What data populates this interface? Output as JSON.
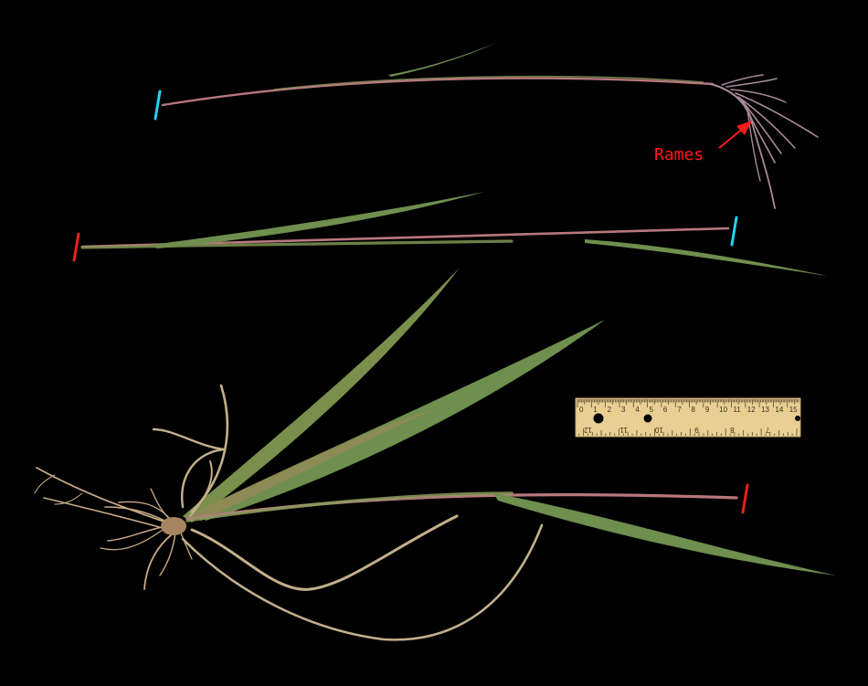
{
  "annotation": {
    "label": "Rames",
    "color": "#ff1a1a"
  },
  "ruler": {
    "top_numbers": [
      "0",
      "1",
      "2",
      "3",
      "4",
      "5",
      "6",
      "7",
      "8",
      "9",
      "10",
      "11",
      "12",
      "13",
      "14",
      "15"
    ],
    "bottom_numbers": [
      "12",
      "11",
      "10",
      "9",
      "8",
      "7"
    ],
    "face_color": "#e9cf93"
  },
  "markers": {
    "cyan": "#22d3f0",
    "red": "#e8221a"
  },
  "colors": {
    "background": "#000000",
    "leaf": "#6e8f4e",
    "stem": "#b8777e",
    "root": "#c9aa86",
    "panicle": "#a8899a"
  }
}
